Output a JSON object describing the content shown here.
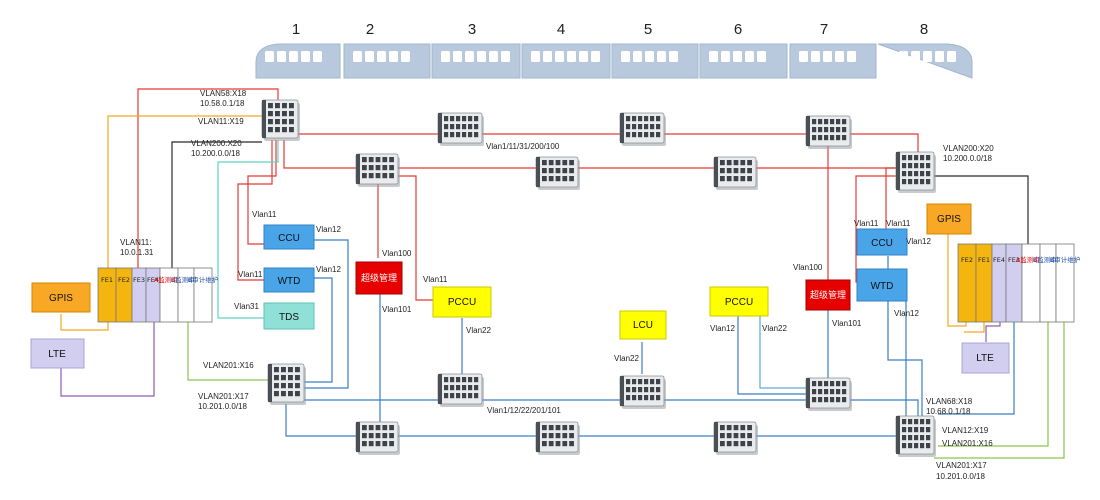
{
  "train": {
    "car_numbers": [
      "1",
      "2",
      "3",
      "4",
      "5",
      "6",
      "7",
      "8"
    ]
  },
  "left": {
    "vlan58_x18": "VLAN58:X18",
    "net_10_58": "10.58.0.1/18",
    "vlan11_x19": "VLAN11:X19",
    "vlan200_x20": "VLAN200:X20",
    "net_10_200": "10.200.0.0/18",
    "vlan11_ip_a": "VLAN11:",
    "vlan11_ip_b": "10.0.1.31",
    "vlan201_x16": "VLAN201:X16",
    "vlan201_x17": "VLAN201:X17",
    "net_10_201": "10.201.0.0/18",
    "vlan11_ccu": "Vlan11",
    "vlan12_ccu": "Vlan12",
    "vlan11_wtd": "Vlan11",
    "vlan12_wtd": "Vlan12",
    "vlan31_tds": "Vlan31"
  },
  "right": {
    "vlan200_x20": "VLAN200:X20",
    "net_10_200": "10.200.0.0/18",
    "vlan11_a": "Vlan11",
    "vlan11_b": "Vlan11",
    "vlan12_ccu": "Vlan12",
    "vlan12_wtd": "Vlan12",
    "vlan100": "Vlan100",
    "vlan101": "Vlan101",
    "vlan68_x18": "VLAN68:X18",
    "net_10_68": "10.68.0.1/18",
    "vlan12_x19": "VLAN12:X19",
    "vlan201_x16": "VLAN201:X16",
    "vlan201_x17": "VLAN201:X17",
    "net_10_201": "10.201.0.0/18"
  },
  "center": {
    "ring_top": "Vlan1/11/31/200/100",
    "ring_bottom": "Vlan1/12/22/201/101",
    "vlan100": "Vlan100",
    "vlan101": "Vlan101",
    "vlan11_pccu": "Vlan11",
    "vlan22_pccu": "Vlan22",
    "vlan22_lcu": "Vlan22",
    "vlan12_pccu2": "Vlan12",
    "vlan22_pccu2": "Vlan22"
  },
  "devices": {
    "ccu": "CCU",
    "wtd": "WTD",
    "tds": "TDS",
    "pccu": "PCCU",
    "lcu": "LCU",
    "gpis": "GPIS",
    "lte": "LTE",
    "superior_mgmt": "超级管理"
  },
  "ports_left": [
    "FE1",
    "FE2",
    "FE3",
    "FE4"
  ],
  "ports_right": [
    "FE2",
    "FE1",
    "FE4",
    "FE3"
  ],
  "audit": {
    "a_monitor": "A监测审计",
    "b_monitor": "B监测审计",
    "b_audit_maint": "B审计维护"
  },
  "colors": {
    "ring_red": "#e53935",
    "ring_blue": "#3a7fc4",
    "orange": "#f5a623",
    "dark": "#2b2b2b",
    "teal": "#5fd3c6",
    "green": "#8ac34a",
    "purple": "#8e5cb8",
    "ccu_blue": "#49a4e8",
    "tds_teal": "#8fe0d6",
    "pccu_yellow": "#ffff00",
    "gpis_orange": "#f9a825",
    "lte_lavender": "#d1ceef",
    "mgmt_red": "#e60000"
  }
}
